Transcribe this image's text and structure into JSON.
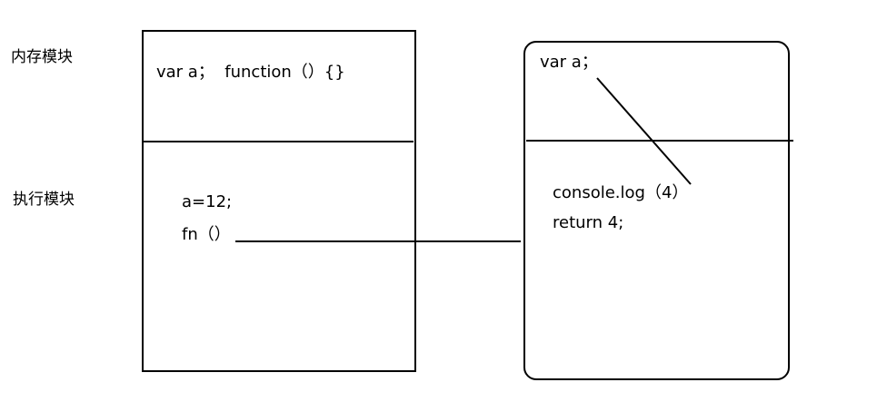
{
  "labels": {
    "memory_module": "内存模块",
    "execution_module": "执行模块"
  },
  "left_box": {
    "memory_text": "var a；  function（）{}",
    "exec_line_1": "a=12;",
    "exec_line_2": "fn（）"
  },
  "right_box": {
    "memory_text": "var a；",
    "exec_line_1": "console.log（4）",
    "exec_line_2": "return 4;"
  },
  "colors": {
    "stroke": "#000000",
    "background": "#ffffff"
  }
}
